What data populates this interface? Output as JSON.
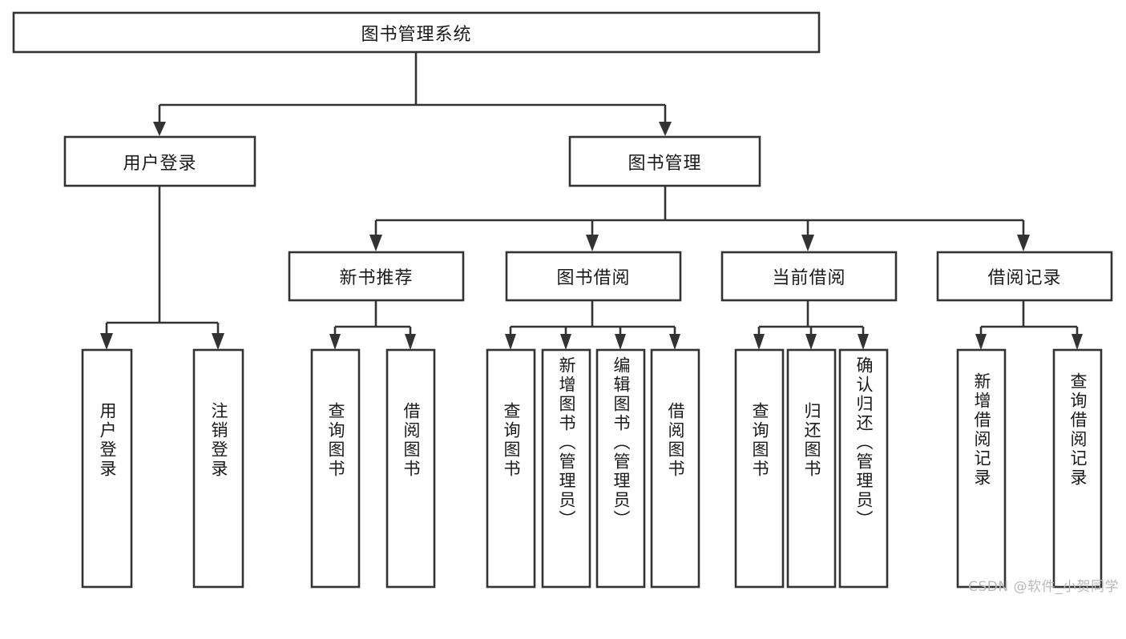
{
  "diagram": {
    "type": "tree",
    "title": "图书管理系统",
    "orientation": "top-down",
    "colors": {
      "box_stroke": "#333333",
      "box_fill": "#ffffff",
      "edge": "#333333",
      "text": "#1a1a1a",
      "background": "#ffffff",
      "watermark": "#b9b9b9"
    },
    "root": {
      "label": "图书管理系统"
    },
    "level2": [
      {
        "label": "用户登录"
      },
      {
        "label": "图书管理"
      }
    ],
    "level3": [
      {
        "label": "新书推荐"
      },
      {
        "label": "图书借阅"
      },
      {
        "label": "当前借阅"
      },
      {
        "label": "借阅记录"
      }
    ],
    "leaves": {
      "user_login": [
        {
          "label": "用户登录"
        },
        {
          "label": "注销登录"
        }
      ],
      "new_book_recommend": [
        {
          "label": "查询图书"
        },
        {
          "label": "借阅图书"
        }
      ],
      "book_borrow": [
        {
          "label": "查询图书"
        },
        {
          "label": "新增图书（管理员）"
        },
        {
          "label": "编辑图书（管理员）"
        },
        {
          "label": "借阅图书"
        }
      ],
      "current_borrow": [
        {
          "label": "查询图书"
        },
        {
          "label": "归还图书"
        },
        {
          "label": "确认归还（管理员）"
        }
      ],
      "borrow_record": [
        {
          "label": "新增借阅记录"
        },
        {
          "label": "查询借阅记录"
        }
      ]
    }
  },
  "watermark": {
    "text": "CSDN @软件_小贺同学"
  }
}
